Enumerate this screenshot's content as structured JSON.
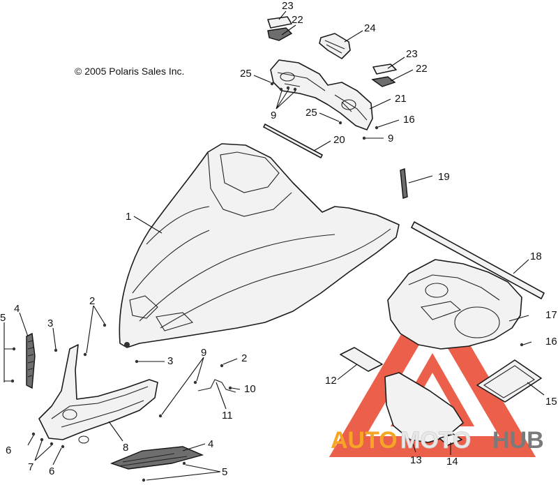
{
  "copyright": "© 2005 Polaris Sales Inc.",
  "callouts": [
    "23",
    "22",
    "24",
    "23",
    "22",
    "25",
    "21",
    "9",
    "25",
    "16",
    "9",
    "20",
    "19",
    "1",
    "18",
    "17",
    "16",
    "2",
    "3",
    "5",
    "4",
    "9",
    "2",
    "3",
    "10",
    "11",
    "12",
    "15",
    "13",
    "14",
    "6",
    "7",
    "6",
    "8",
    "4",
    "5"
  ],
  "watermark": {
    "text_a": "AUTO",
    "text_b": "MOTO",
    "text_c": "HUB",
    "color_a": "#f5a623",
    "color_b": "#e8e8e8",
    "color_c": "#7a7a7a",
    "triangle_color": "#e8442c"
  }
}
